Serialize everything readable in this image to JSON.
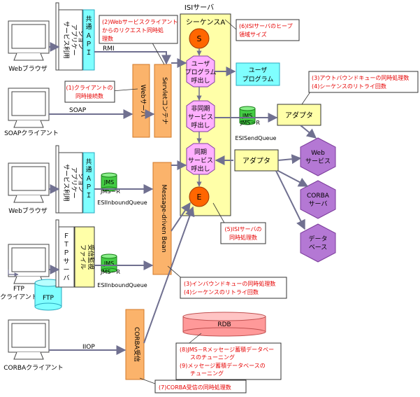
{
  "title": "ISIサーバ",
  "sequence_title": "シーケンスA",
  "start_label": "S",
  "end_label": "E",
  "steps": {
    "user_program_call": [
      "ユーザ",
      "プログラム",
      "呼出し"
    ],
    "async_service_call": [
      "非同期",
      "サービス",
      "呼出し"
    ],
    "sync_service_call": [
      "同期",
      "サービス",
      "呼出し"
    ]
  },
  "user_program": [
    "ユーザ",
    "プログラム"
  ],
  "adapter": "アダプタ",
  "esi_send_queue": "ESISendQueue",
  "esi_inbound_queue": "ESIInboundQueue",
  "jms_top": "JMS",
  "jms_bottom": "JMS－R",
  "clients": {
    "web_browser": "Webブラウザ",
    "soap_client": "SOAPクライアント",
    "ftp_client": [
      "FTP",
      "クライアント"
    ],
    "corba_client": "CORBAクライアント",
    "ftp_drum": "FTP"
  },
  "protocols": {
    "rmi": "RMI",
    "soap": "SOAP",
    "iiop": "IIOP"
  },
  "components": {
    "service_app": [
      "サービス利用",
      "アプリケー",
      "ション"
    ],
    "common_api": [
      "共",
      "通",
      "Ａ",
      "Ｐ",
      "Ｉ"
    ],
    "ftp_server": [
      "Ｆ",
      "Ｔ",
      "Ｐ",
      "サ",
      "ー",
      "バ"
    ],
    "file_monitor": [
      "ファイル",
      "受信監視"
    ],
    "web_server": "Webサーバ",
    "servlet_container": "Servletコンテナ",
    "mdb": "Message-driven Bean",
    "corba_receiver": "CORBA受信"
  },
  "targets": {
    "web_service": [
      "Web",
      "サービス"
    ],
    "corba_server": [
      "CORBA",
      "サーバ"
    ],
    "database": [
      "データ",
      "ベース"
    ],
    "rdb": "RDB"
  },
  "notes": {
    "n1": [
      "(1)クライアントの",
      "同時接続数"
    ],
    "n2": [
      "(2)Webサービスクライアント",
      "からのリクエスト同時処",
      "理数"
    ],
    "n3a": [
      "(3)アウトバウンドキューの同時処理数",
      "(4)シーケンスのリトライ回数"
    ],
    "n3b": [
      "(3)インバウンドキューの同時処理数",
      "(4)シーケンスのリトライ回数"
    ],
    "n5": [
      "(5)ISIサーバの",
      "同時処理数"
    ],
    "n6": [
      "(6)ISIサーバのヒープ",
      "領域サイズ"
    ],
    "n7": "(7)CORBA受信の同時処理数",
    "n8": [
      "(8)JMS－Rメッセージ蓄積データベー",
      "スのチューニング",
      "(9)メッセージ蓄積データベースの",
      "チューニング"
    ]
  },
  "colors": {
    "orange": "#FBB36B",
    "orange_edge": "#D07A2A",
    "yellow": "#FFFFA8",
    "cyan": "#7FFFFF",
    "cyan_edge": "#2AAAC0",
    "pink_hex": "#FFB0FF",
    "purple": "#B478D4",
    "green": "#44CC44",
    "red_note": "#E60000",
    "arrow": "#707090",
    "rdb": "#FF9999"
  }
}
